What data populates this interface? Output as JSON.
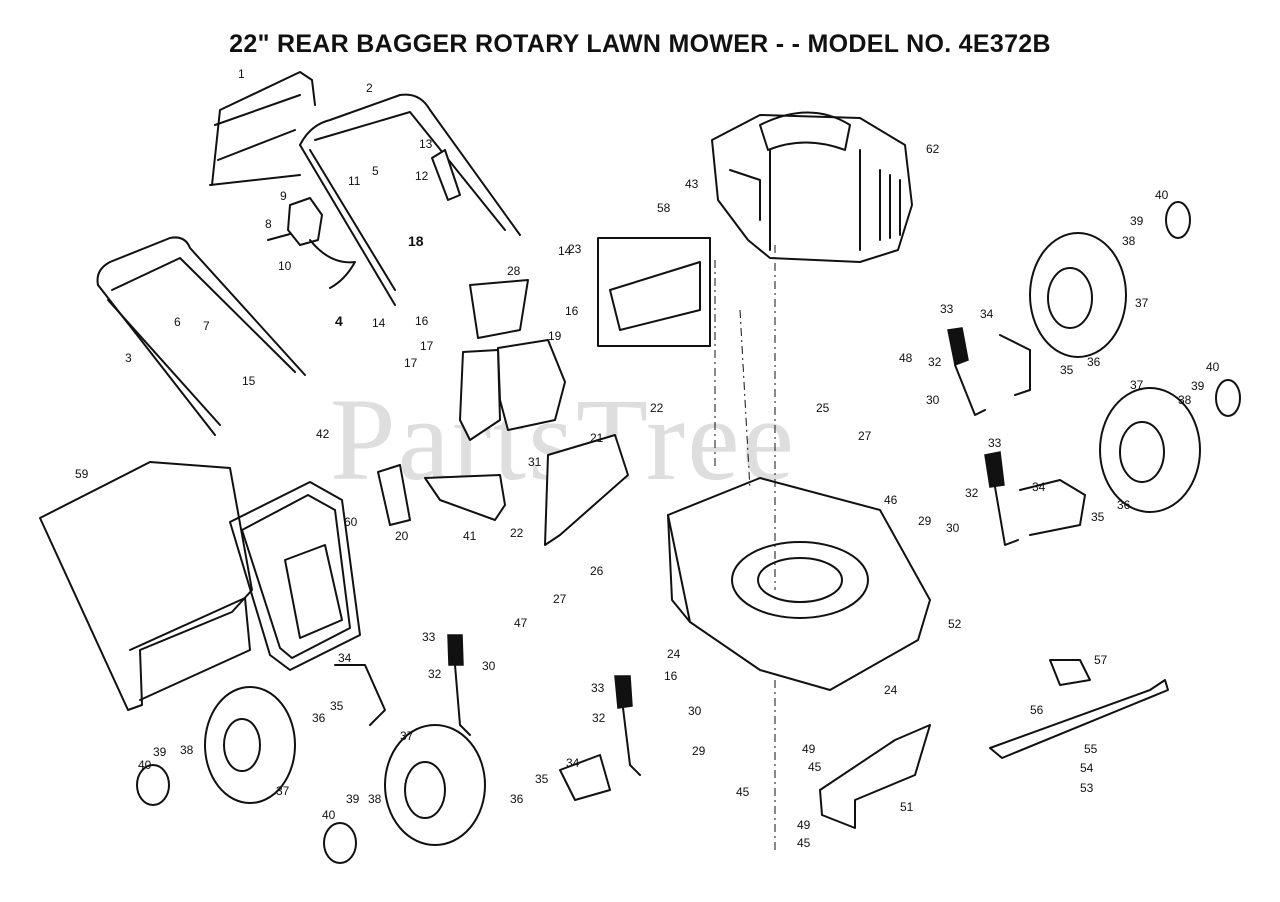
{
  "diagram": {
    "title": "22\" REAR BAGGER ROTARY LAWN MOWER - - MODEL NO. 4E372B",
    "watermark": "PartsTree",
    "labels": [
      "1",
      "2",
      "3",
      "4",
      "5",
      "6",
      "7",
      "8",
      "9",
      "10",
      "11",
      "12",
      "13",
      "14",
      "14",
      "15",
      "16",
      "16",
      "16",
      "17",
      "17",
      "18",
      "19",
      "20",
      "21",
      "22",
      "22",
      "23",
      "24",
      "24",
      "25",
      "26",
      "27",
      "27",
      "28",
      "29",
      "29",
      "30",
      "30",
      "30",
      "30",
      "31",
      "32",
      "32",
      "32",
      "32",
      "33",
      "33",
      "33",
      "33",
      "34",
      "34",
      "34",
      "34",
      "35",
      "35",
      "35",
      "35",
      "36",
      "36",
      "36",
      "36",
      "37",
      "37",
      "37",
      "37",
      "38",
      "38",
      "38",
      "38",
      "39",
      "39",
      "39",
      "39",
      "40",
      "40",
      "40",
      "40",
      "41",
      "42",
      "43",
      "45",
      "45",
      "45",
      "46",
      "47",
      "48",
      "49",
      "49",
      "51",
      "52",
      "53",
      "54",
      "55",
      "56",
      "57",
      "58",
      "59",
      "60",
      "62"
    ]
  }
}
